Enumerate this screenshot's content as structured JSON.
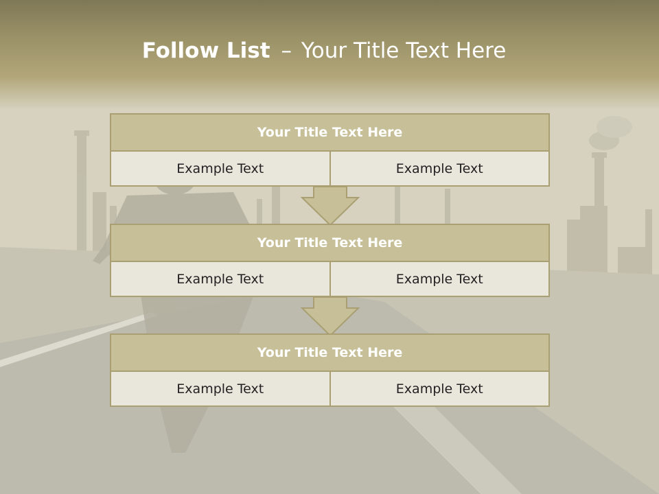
{
  "header": {
    "title_strong": "Follow List",
    "title_separator": "–",
    "title_rest": "Your Title Text Here"
  },
  "colors": {
    "header": "#9b9267",
    "block_title_bg": "#c6bf98",
    "block_border": "#a99f73",
    "cell_bg": "#e9e6dc",
    "arrow_fill": "#c6bf98"
  },
  "blocks": [
    {
      "title": "Your Title Text Here",
      "left": "Example Text",
      "right": "Example Text"
    },
    {
      "title": "Your Title Text Here",
      "left": "Example Text",
      "right": "Example Text"
    },
    {
      "title": "Your Title Text Here",
      "left": "Example Text",
      "right": "Example Text"
    }
  ],
  "icons": [
    "down-arrow-icon",
    "down-arrow-icon"
  ]
}
